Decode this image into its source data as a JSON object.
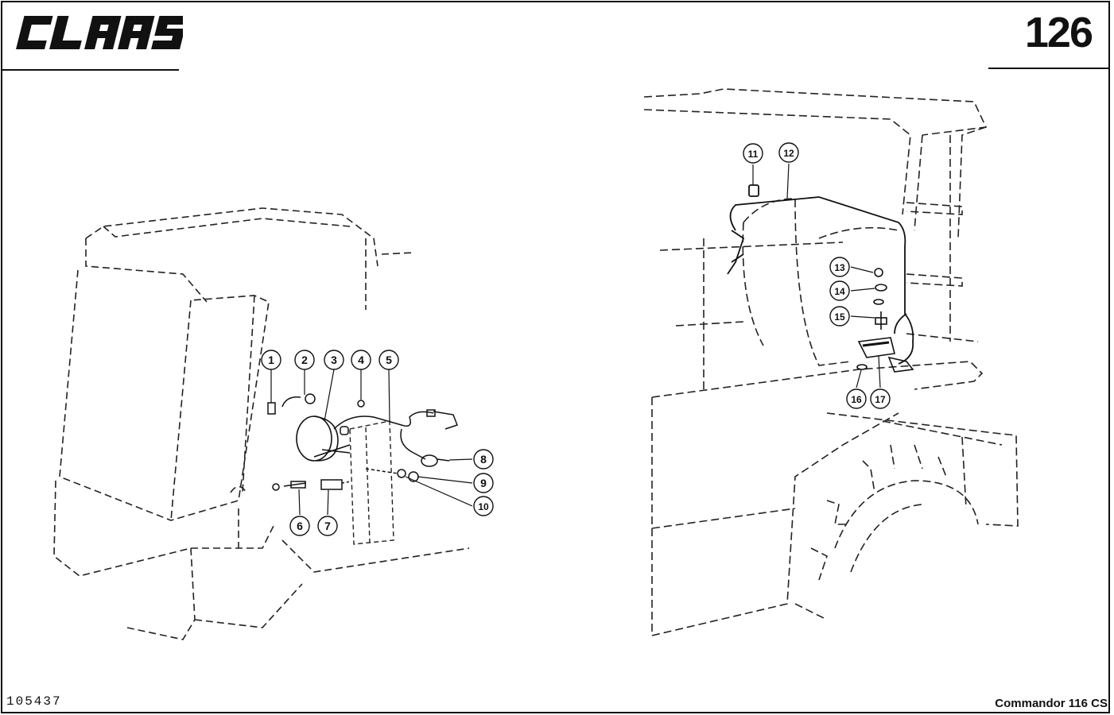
{
  "header": {
    "brand": "CLAAS",
    "page_number": "126"
  },
  "footer": {
    "doc_code": "105437",
    "model": "Commandor 116 CS"
  },
  "callouts": {
    "left": [
      "1",
      "2",
      "3",
      "4",
      "5",
      "6",
      "7",
      "8",
      "9",
      "10"
    ],
    "right": [
      "11",
      "12",
      "13",
      "14",
      "15",
      "16",
      "17"
    ]
  }
}
